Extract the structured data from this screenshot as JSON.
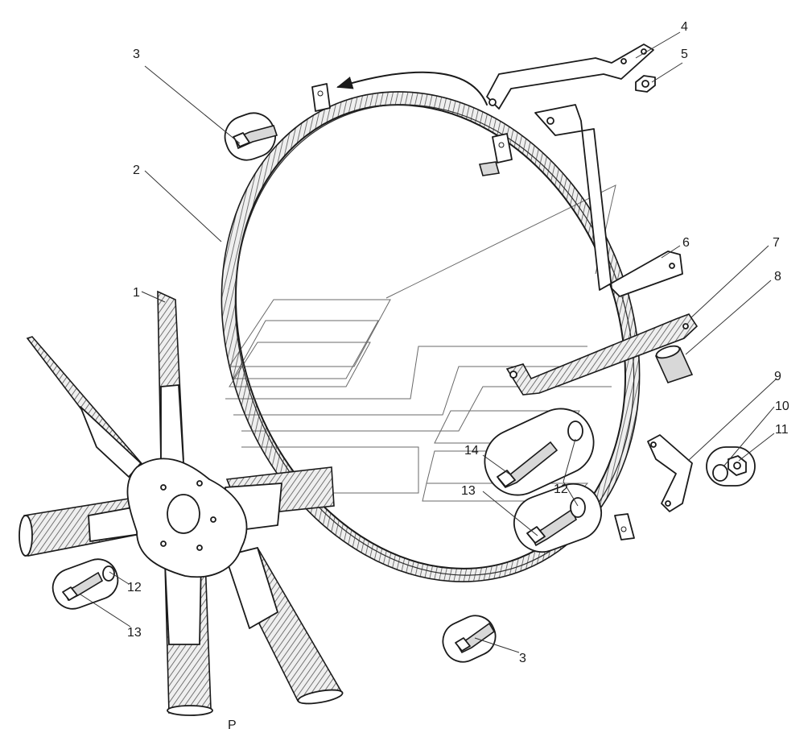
{
  "callouts": [
    {
      "id": "c1",
      "label": "1"
    },
    {
      "id": "c2",
      "label": "2"
    },
    {
      "id": "c3a",
      "label": "3"
    },
    {
      "id": "c3b",
      "label": "3"
    },
    {
      "id": "c4",
      "label": "4"
    },
    {
      "id": "c5",
      "label": "5"
    },
    {
      "id": "c6",
      "label": "6"
    },
    {
      "id": "c7",
      "label": "7"
    },
    {
      "id": "c8",
      "label": "8"
    },
    {
      "id": "c9",
      "label": "9"
    },
    {
      "id": "c10",
      "label": "10"
    },
    {
      "id": "c11",
      "label": "11"
    },
    {
      "id": "c12a",
      "label": "12"
    },
    {
      "id": "c12b",
      "label": "12"
    },
    {
      "id": "c13a",
      "label": "13"
    },
    {
      "id": "c13b",
      "label": "13"
    },
    {
      "id": "c14",
      "label": "14"
    }
  ],
  "footer_text": "Р"
}
